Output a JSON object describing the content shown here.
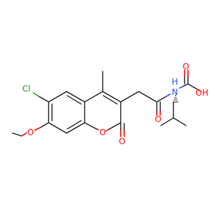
{
  "structure": {
    "atoms": {
      "cl": "Cl",
      "o_methoxy": "O",
      "o_ring": "O",
      "o_lactone": "O",
      "o_amide": "O",
      "n_amide": "N",
      "h_amide": "H",
      "o_acid": "O",
      "oh_acid": "OH"
    }
  },
  "colors": {
    "carbon_bond": "#3a3a3a",
    "oxygen": "#ff0d0d",
    "nitrogen": "#3050f8",
    "chlorine": "#1fa01f",
    "background": "#ffffff"
  }
}
